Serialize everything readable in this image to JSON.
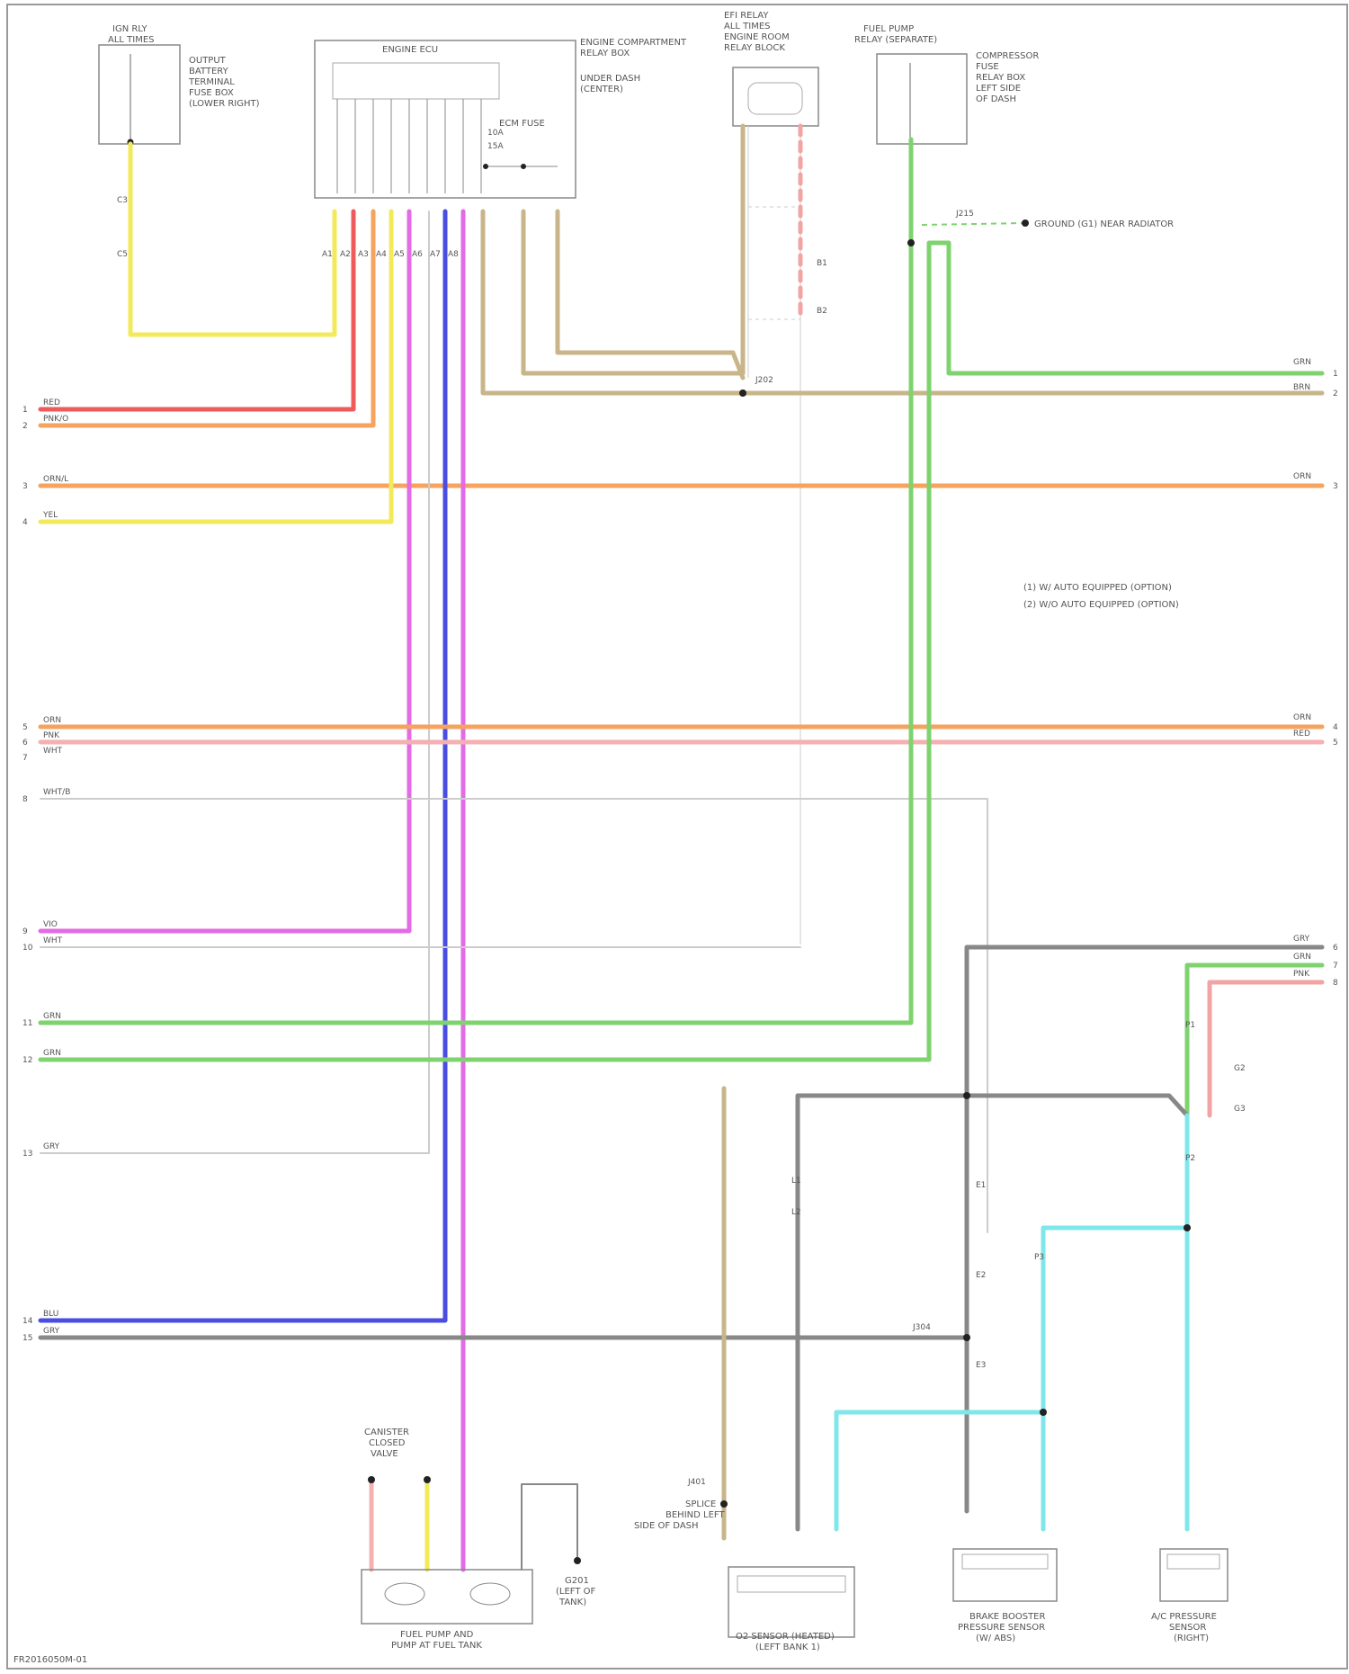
{
  "colors": {
    "yellow": "#f2ea5a",
    "red": "#ef5a5a",
    "orange": "#f5a35e",
    "pink_light": "#f4b1b1",
    "magenta": "#e36be6",
    "blue": "#4a4ee0",
    "green": "#7ed36f",
    "tan": "#c8b68a",
    "gray": "#888888",
    "light_gray": "#cccccc",
    "cyan": "#7fe7ea",
    "salmon": "#f2a3a3"
  },
  "components": {
    "ignition_relay": [
      "IGN RLY",
      "ALL TIMES"
    ],
    "ignition_relay_note": [
      "OUTPUT",
      "BATTERY",
      "TERMINAL",
      "FUSE BOX",
      "(LOWER RIGHT)"
    ],
    "engine_ecu": "ENGINE ECU",
    "engine_ecu_note": [
      "ENGINE COMPARTMENT",
      "RELAY BOX",
      "UNDER DASH",
      "(CENTER)"
    ],
    "eng_relay": [
      "EFI RELAY",
      "ALL TIMES",
      "ENGINE ROOM",
      "RELAY BLOCK"
    ],
    "ecm_fuse": [
      "ECM FUSE"
    ],
    "fuel_relay": [
      "FUEL PUMP",
      "RELAY (SEPARATE)"
    ],
    "fuel_relay_note": [
      "COMPRESSOR",
      "FUSE",
      "RELAY BOX",
      "LEFT SIDE",
      "OF DASH"
    ],
    "ground_note": "GROUND (G1) NEAR RADIATOR",
    "variant_notes": [
      "(1) W/ AUTO EQUIPPED (OPTION)",
      "(2) W/O AUTO EQUIPPED (OPTION)"
    ],
    "canister_valve": [
      "CANISTER",
      "CLOSED",
      "VALVE"
    ],
    "fuel_pump": [
      "FUEL PUMP AND",
      "PUMP AT FUEL TANK"
    ],
    "ground_g2": [
      "G201",
      "(LEFT OF",
      "TANK)"
    ],
    "splice_note": [
      "SPLICE",
      "BEHIND LEFT",
      "SIDE OF DASH"
    ],
    "o2_sensor": [
      "O2 SENSOR (HEATED)",
      "(LEFT BANK 1)"
    ],
    "brake_sensor": [
      "BRAKE BOOSTER",
      "PRESSURE SENSOR",
      "(W/ ABS)"
    ],
    "pressure_sensor": [
      "A/C PRESSURE",
      "SENSOR",
      "(RIGHT)"
    ],
    "watermark": "FR2016050M-01"
  },
  "left_wires": [
    {
      "num": "1",
      "code": "RED"
    },
    {
      "num": "2",
      "code": "PNK/O"
    },
    {
      "num": "3",
      "code": "ORN/L"
    },
    {
      "num": "4",
      "code": "YEL"
    },
    {
      "num": "5",
      "code": "ORN"
    },
    {
      "num": "6",
      "code": "PNK"
    },
    {
      "num": "7",
      "code": "WHT"
    },
    {
      "num": "8",
      "code": "WHT/B"
    },
    {
      "num": "9",
      "code": "VIO"
    },
    {
      "num": "10",
      "code": "WHT"
    },
    {
      "num": "11",
      "code": "GRN"
    },
    {
      "num": "12",
      "code": "GRN"
    },
    {
      "num": "13",
      "code": "GRY"
    },
    {
      "num": "14",
      "code": "BLU"
    },
    {
      "num": "15",
      "code": "GRY"
    }
  ],
  "right_wires": [
    {
      "num": "1",
      "code": "GRN"
    },
    {
      "num": "2",
      "code": "BRN"
    },
    {
      "num": "3",
      "code": "ORN"
    },
    {
      "num": "4",
      "code": "ORN"
    },
    {
      "num": "5",
      "code": "RED"
    },
    {
      "num": "6",
      "code": "GRY"
    },
    {
      "num": "7",
      "code": "GRN"
    },
    {
      "num": "8",
      "code": "PNK"
    }
  ],
  "splice_labels": [
    "J202",
    "J215",
    "J304",
    "J401"
  ],
  "small_labels": [
    "C3",
    "C5",
    "10A",
    "15A",
    "B1",
    "B2",
    "A1",
    "A2",
    "A3",
    "A4",
    "A5",
    "A6",
    "A7",
    "A8",
    "E1",
    "E2",
    "E3",
    "G2",
    "G3",
    "P1",
    "P2",
    "P3",
    "L1",
    "L2"
  ]
}
